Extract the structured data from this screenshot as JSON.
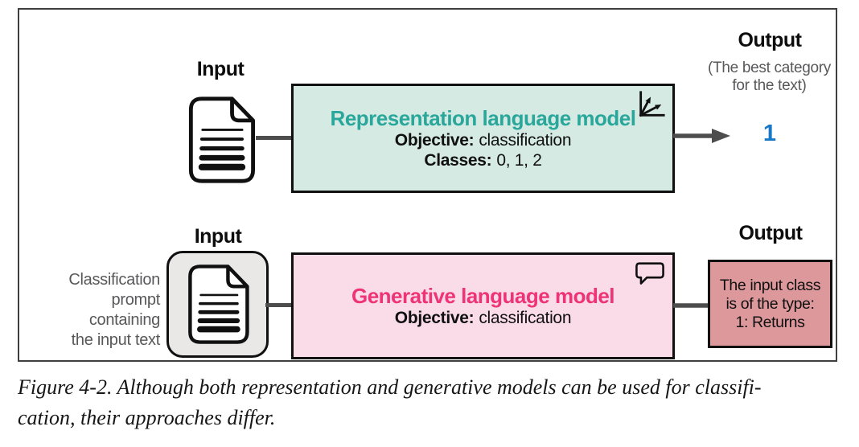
{
  "colors": {
    "representation_fill": "#D6EAE4",
    "representation_title": "#2AA79B",
    "generative_fill": "#FADCE8",
    "generative_title": "#EE3377",
    "generative_output_fill": "#DD989C",
    "input_plate_fill": "#EAE7E7",
    "arrow": "#4D4D4D",
    "annotation_gray": "#58585A",
    "output_value_blue": "#1878C8"
  },
  "diagram": {
    "top_row": {
      "input_label": "Input",
      "model_box": {
        "title": "Representation language model",
        "objective_label": "Objective:",
        "objective_value": "classification",
        "classes_label": "Classes:",
        "classes_value": "0, 1, 2",
        "corner_icon": "vector-axes-icon"
      },
      "output_label": "Output",
      "output_caption_line1": "(The best category",
      "output_caption_line2": "for the text)",
      "output_value": "1"
    },
    "bottom_row": {
      "input_label": "Input",
      "prompt_note_lines": [
        "Classification",
        "prompt",
        "containing",
        "the input text"
      ],
      "model_box": {
        "title": "Generative language model",
        "objective_label": "Objective:",
        "objective_value": "classification",
        "corner_icon": "speech-bubble-icon"
      },
      "output_label": "Output",
      "output_box_lines": [
        "The input class",
        "is of the type:",
        "1: Returns"
      ]
    }
  },
  "caption": {
    "line1": "Figure 4-2. Although both representation and generative models can be used for classifi-",
    "line2": "cation, their approaches differ."
  }
}
